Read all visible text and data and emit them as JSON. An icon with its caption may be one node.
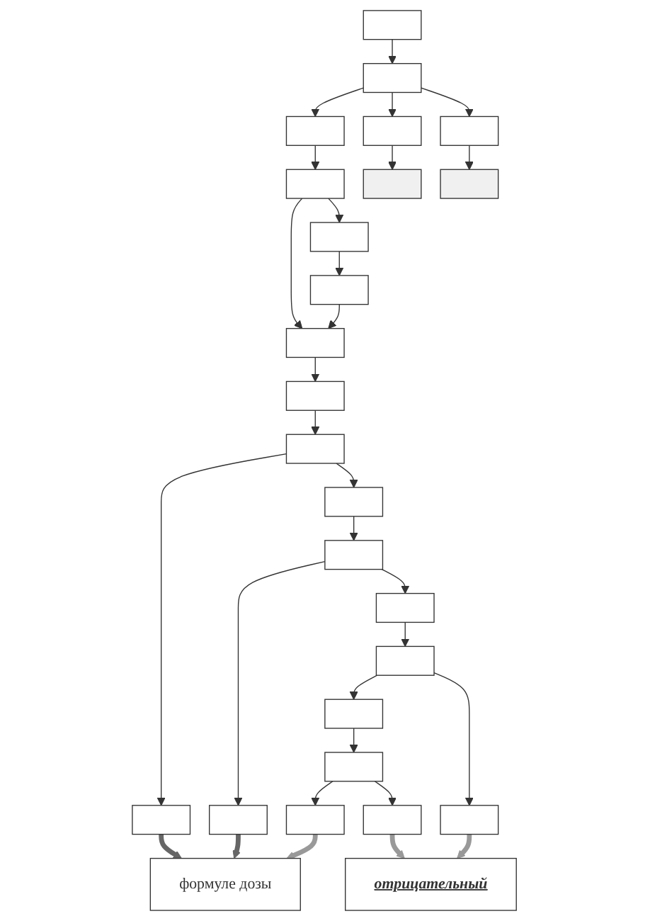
{
  "diagram": {
    "nodes": [
      {
        "text": [],
        "shape": "box"
      },
      {
        "text": [],
        "shape": "box"
      },
      {
        "text": [],
        "shape": "box"
      },
      {
        "text": [],
        "shape": "box"
      },
      {
        "text": [],
        "shape": "box"
      },
      {
        "text": [],
        "shape": "box"
      },
      {
        "text": [],
        "shape": "box"
      },
      {
        "text": [],
        "shape": "box"
      },
      {
        "text": [],
        "shape": "box"
      },
      {
        "text": [],
        "shape": "box"
      },
      {
        "text": [],
        "shape": "box"
      },
      {
        "text": [],
        "shape": "box"
      },
      {
        "text": [],
        "shape": "box"
      },
      {
        "text": [],
        "shape": "box"
      },
      {
        "text": [],
        "shape": "box"
      },
      {
        "text": [],
        "shape": "box"
      },
      {
        "text": [],
        "shape": "box"
      },
      {
        "text": [],
        "shape": "box"
      },
      {
        "text": [],
        "shape": "box"
      },
      {
        "text": [],
        "shape": "box"
      },
      {
        "text": [],
        "shape": "box"
      },
      {
        "text": [],
        "shape": "box"
      },
      {
        "text": [],
        "shape": "box"
      },
      {
        "text": [],
        "shape": "box"
      },
      {
        "text": [
          "формуле дозы"
        ]
      },
      {
        "text": [
          "отрицательный"
        ]
      }
    ],
    "edges": [
      {
        "from": 0,
        "to": 1,
        "arrow": "to"
      },
      {
        "from": 1,
        "to": 2,
        "arrow": "to"
      },
      {
        "from": 1,
        "to": 3,
        "arrow": "to"
      },
      {
        "from": 1,
        "to": 4,
        "arrow": "to"
      },
      {
        "from": 2,
        "to": 5,
        "arrow": "to"
      },
      {
        "from": 3,
        "to": 6,
        "arrow": "to"
      },
      {
        "from": 4,
        "to": 7,
        "arrow": "to"
      },
      {
        "from": 5,
        "to": 8,
        "arrow": "to"
      },
      {
        "from": 5,
        "to": 9,
        "arrow": "to"
      },
      {
        "from": 8,
        "to": 10,
        "arrow": "to"
      },
      {
        "from": 10,
        "to": 9,
        "arrow": "to"
      },
      {
        "from": 9,
        "to": 11,
        "arrow": "to"
      },
      {
        "from": 11,
        "to": 12,
        "arrow": "to"
      },
      {
        "from": 12,
        "to": 13,
        "arrow": "to"
      },
      {
        "from": 12,
        "to": 14,
        "arrow": "to"
      },
      {
        "from": 14,
        "to": 15,
        "arrow": "to"
      },
      {
        "from": 15,
        "to": 16,
        "arrow": "to"
      },
      {
        "from": 15,
        "to": 17,
        "arrow": "to"
      },
      {
        "from": 17,
        "to": 18,
        "arrow": "to"
      },
      {
        "from": 18,
        "to": 20,
        "arrow": "to"
      },
      {
        "from": 18,
        "to": 21,
        "arrow": "to"
      },
      {
        "from": 20,
        "to": 19,
        "arrow": "to"
      },
      {
        "from": 19,
        "to": 22,
        "arrow": "to"
      },
      {
        "from": 19,
        "to": 23,
        "arrow": "to"
      },
      {
        "from": 13,
        "to": 24,
        "arrow": "to",
        "style": "thick",
        "color": "#666666"
      },
      {
        "from": 16,
        "to": 24,
        "arrow": "to",
        "style": "thick",
        "color": "#666666"
      },
      {
        "from": 22,
        "to": 24,
        "arrow": "to",
        "style": "thick",
        "color": "#999999"
      },
      {
        "from": 23,
        "to": 25,
        "arrow": "to",
        "style": "thick",
        "color": "#999999"
      },
      {
        "from": 21,
        "to": 25,
        "arrow": "to",
        "style": "thick",
        "color": "#999999"
      }
    ]
  }
}
